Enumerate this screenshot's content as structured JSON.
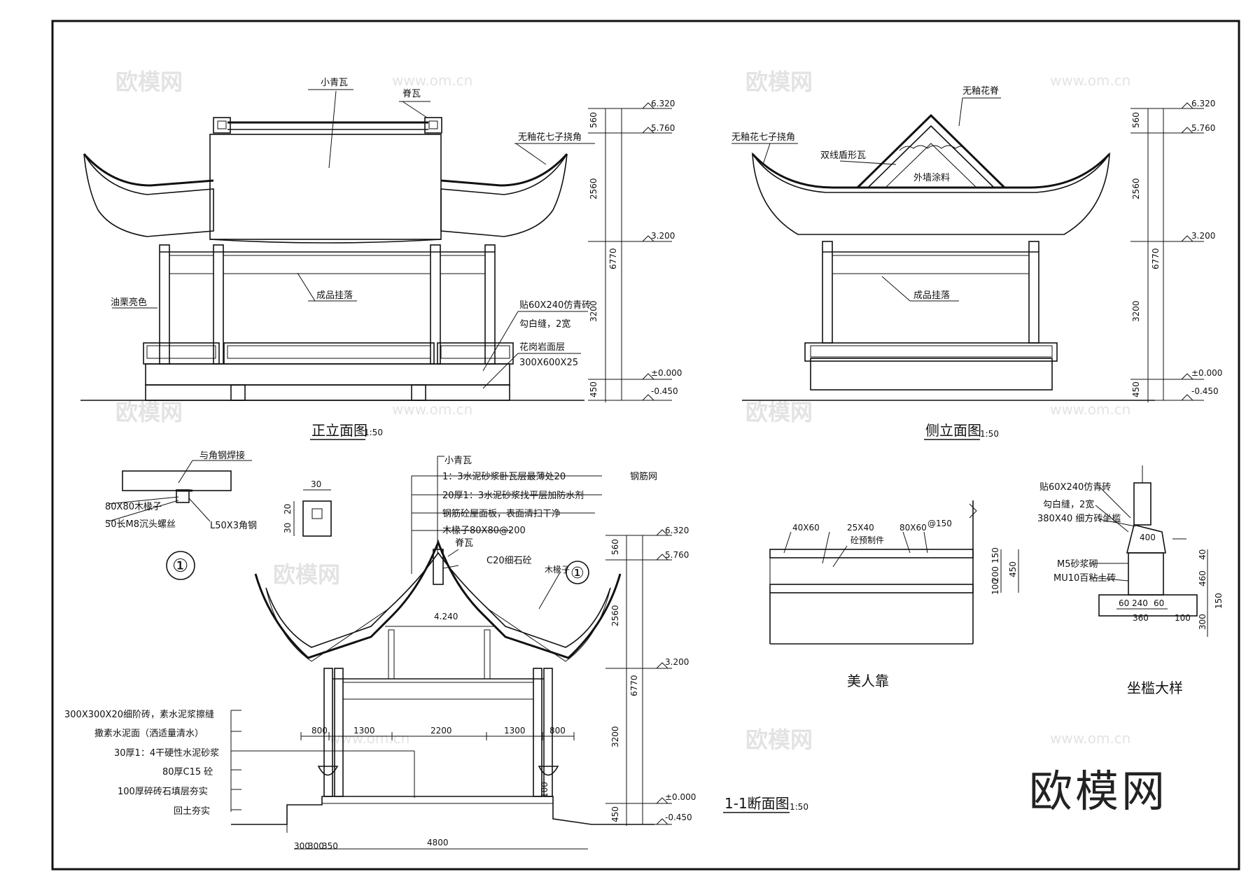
{
  "watermark": {
    "logo": "欧模网",
    "url": "www.om.cn"
  },
  "brand_label": "欧模网",
  "front": {
    "title": "正立面图",
    "scale": "1:50",
    "labels": {
      "tile": "小青瓦",
      "ridge_tile": "脊瓦",
      "eave": "无釉花七子挠角",
      "paint": "油栗亮色",
      "hanging": "成品挂落",
      "brick": "贴60X240仿青砖",
      "joint": "勾白缝，2宽",
      "granite": "花岗岩面层",
      "granite_size": "300X600X25"
    },
    "dims": [
      "560",
      "2560",
      "6770",
      "3200",
      "450"
    ],
    "levels": [
      "6.320",
      "5.760",
      "3.200",
      "±0.000",
      "-0.450"
    ]
  },
  "side": {
    "title": "侧立面图",
    "scale": "1:50",
    "labels": {
      "ridge": "无釉花脊",
      "eave": "无釉花七子挠角",
      "shield": "双线盾形瓦",
      "paint": "外墙涂料",
      "hanging": "成品挂落"
    },
    "dims": [
      "560",
      "2560",
      "6770",
      "3200",
      "450"
    ],
    "levels": [
      "6.320",
      "5.760",
      "3.200",
      "±0.000",
      "-0.450"
    ]
  },
  "detail1": {
    "weld": "与角钢焊接",
    "rafter": "80X80木椽子",
    "bolt": "50长M8沉头螺丝",
    "angle": "L50X3角钢",
    "mark": "①",
    "block_w": "30",
    "block_h1": "20",
    "block_h2": "30"
  },
  "section": {
    "title": "1-1断面图",
    "scale": "1:50",
    "roof_layers": [
      "小青瓦",
      "1：3水泥砂浆卧瓦层最薄处20",
      "20厚1：3水泥砂浆找平层加防水剂",
      "钢筋砼屋面板，表面清扫干净",
      "木椽子80X80@200"
    ],
    "mesh": "钢筋网",
    "ridge_tile": "脊瓦",
    "concrete": "C20细石砼",
    "rafter": "木椽子",
    "mark": "①",
    "ridge_level": "4.240",
    "floor_layers": [
      "300X300X20细阶砖，素水泥浆擦缝",
      "撒素水泥面（洒适量清水）",
      "30厚1：4干硬性水泥砂浆",
      "80厚C15 砼",
      "100厚碎砖石填层夯实",
      "回土夯实"
    ],
    "spans": [
      "800",
      "1300",
      "2200",
      "1300",
      "800"
    ],
    "total": "4800",
    "steps": [
      "300",
      "300",
      "350"
    ],
    "step_h": "100",
    "dims": [
      "560",
      "2560",
      "6770",
      "3200",
      "450"
    ],
    "levels": [
      "6.320",
      "5.760",
      "3.200",
      "±0.000",
      "-0.450"
    ]
  },
  "bench": {
    "title": "美人靠",
    "d1": "40X60",
    "d2": "25X40",
    "d3": "80X60",
    "spacing": "@150",
    "prefab": "砼预制件",
    "h": [
      "150",
      "200",
      "100"
    ],
    "total": "450"
  },
  "sill": {
    "title": "坐槛大样",
    "brick": "贴60X240仿青砖",
    "joint": "勾白缝，2宽",
    "cap": "380X40 细方砖坐槛",
    "mortar": "M5砂浆砌",
    "mu": "MU10百粘土砖",
    "w": [
      "60",
      "240",
      "60"
    ],
    "w_total": "360",
    "top": "400",
    "h": [
      "40",
      "460",
      "150",
      "300"
    ],
    "base": "100"
  }
}
